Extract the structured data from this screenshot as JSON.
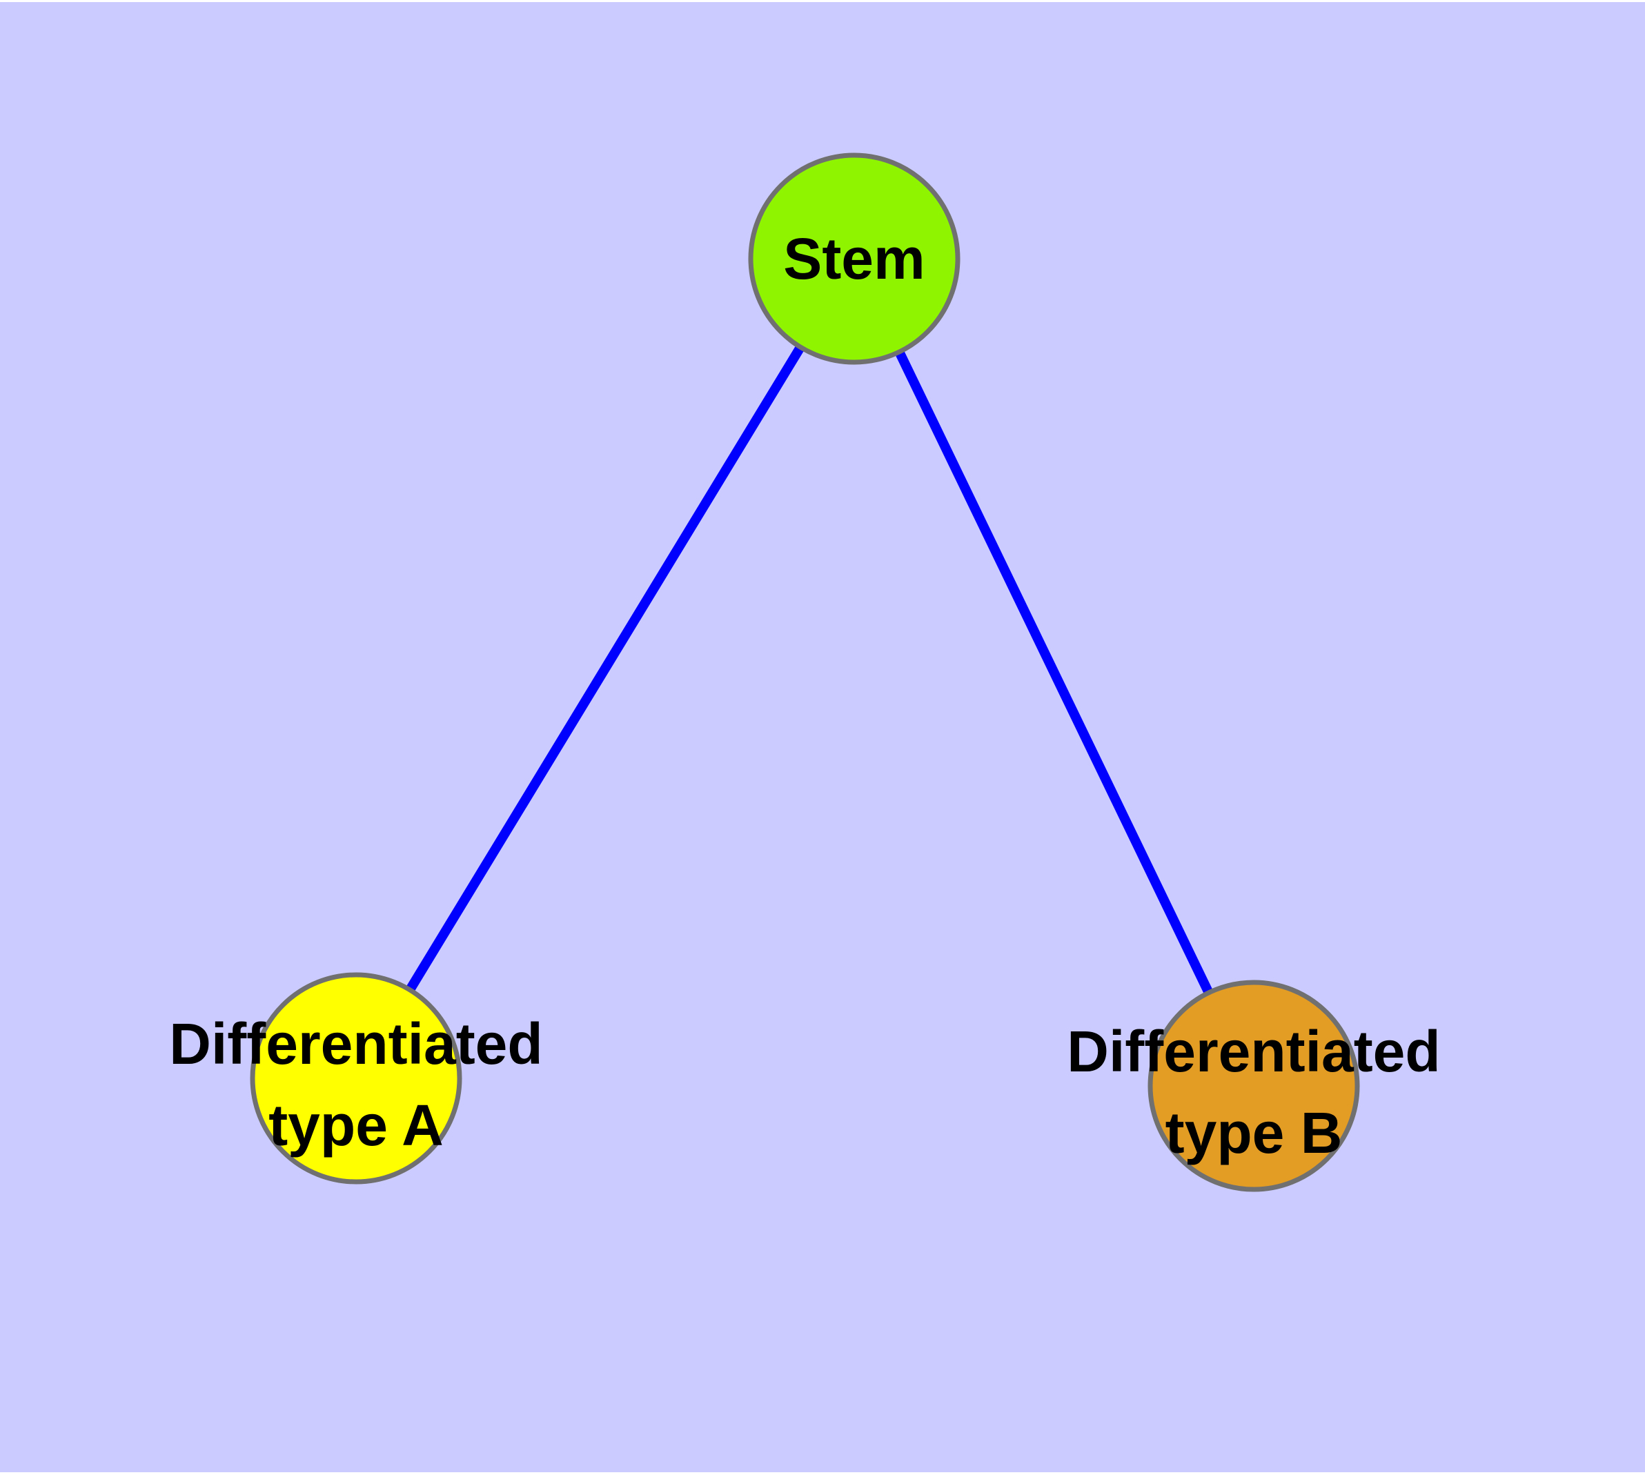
{
  "diagram": {
    "title": "",
    "background_color": "#CBCBFF",
    "border_color": "#FFFFFF",
    "edge_color": "#0000FF",
    "node_border_color": "#707070",
    "text_color": "#000000",
    "nodes": [
      {
        "id": "stem",
        "label": "Stem",
        "fill": "#8FF400"
      },
      {
        "id": "differentiated-type-a",
        "label": "Differentiated type A",
        "lines": [
          "Differentiated",
          "type A"
        ],
        "fill": "#FFFF00"
      },
      {
        "id": "differentiated-type-b",
        "label": "Differentiated type B",
        "lines": [
          "Differentiated",
          "type B"
        ],
        "fill": "#E39C24"
      }
    ],
    "edges": [
      {
        "from": "stem",
        "to": "differentiated-type-a"
      },
      {
        "from": "stem",
        "to": "differentiated-type-b"
      }
    ]
  }
}
